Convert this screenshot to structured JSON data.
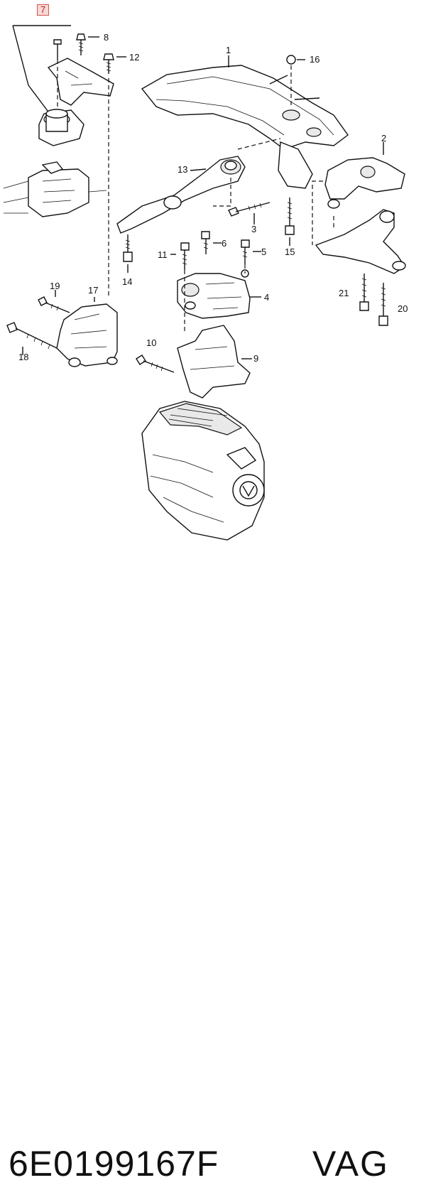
{
  "diagram": {
    "callouts": [
      {
        "id": "1",
        "label": "1"
      },
      {
        "id": "2",
        "label": "2"
      },
      {
        "id": "3",
        "label": "3"
      },
      {
        "id": "4",
        "label": "4"
      },
      {
        "id": "5",
        "label": "5"
      },
      {
        "id": "6",
        "label": "6"
      },
      {
        "id": "7",
        "label": "7"
      },
      {
        "id": "8",
        "label": "8"
      },
      {
        "id": "9",
        "label": "9"
      },
      {
        "id": "10",
        "label": "10"
      },
      {
        "id": "11",
        "label": "11"
      },
      {
        "id": "12",
        "label": "12"
      },
      {
        "id": "13",
        "label": "13"
      },
      {
        "id": "14",
        "label": "14"
      },
      {
        "id": "15",
        "label": "15"
      },
      {
        "id": "16",
        "label": "16"
      },
      {
        "id": "17",
        "label": "17"
      },
      {
        "id": "18",
        "label": "18"
      },
      {
        "id": "19",
        "label": "19"
      },
      {
        "id": "20",
        "label": "20"
      },
      {
        "id": "21",
        "label": "21"
      }
    ]
  },
  "footer": {
    "part_number": "6E0199167F",
    "brand": "VAG"
  }
}
